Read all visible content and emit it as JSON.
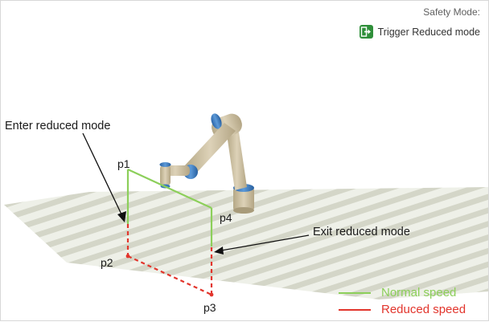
{
  "safety_mode": {
    "title": "Safety Mode:",
    "trigger_label": "Trigger Reduced mode",
    "trigger_icon": "enter-exit-icon"
  },
  "annotations": {
    "enter": "Enter reduced mode",
    "exit": "Exit reduced mode"
  },
  "points": {
    "p1": "p1",
    "p2": "p2",
    "p3": "p3",
    "p4": "p4"
  },
  "legend": {
    "normal": "Normal speed",
    "reduced": "Reduced speed"
  },
  "colors": {
    "normal": "#8ccf5a",
    "reduced": "#e2352c",
    "trigger_icon_bg": "#2f8f3a",
    "robot_body": "#cfc2a4",
    "robot_joint": "#3b78b8",
    "floor_stripe": "#d4d6c8"
  }
}
